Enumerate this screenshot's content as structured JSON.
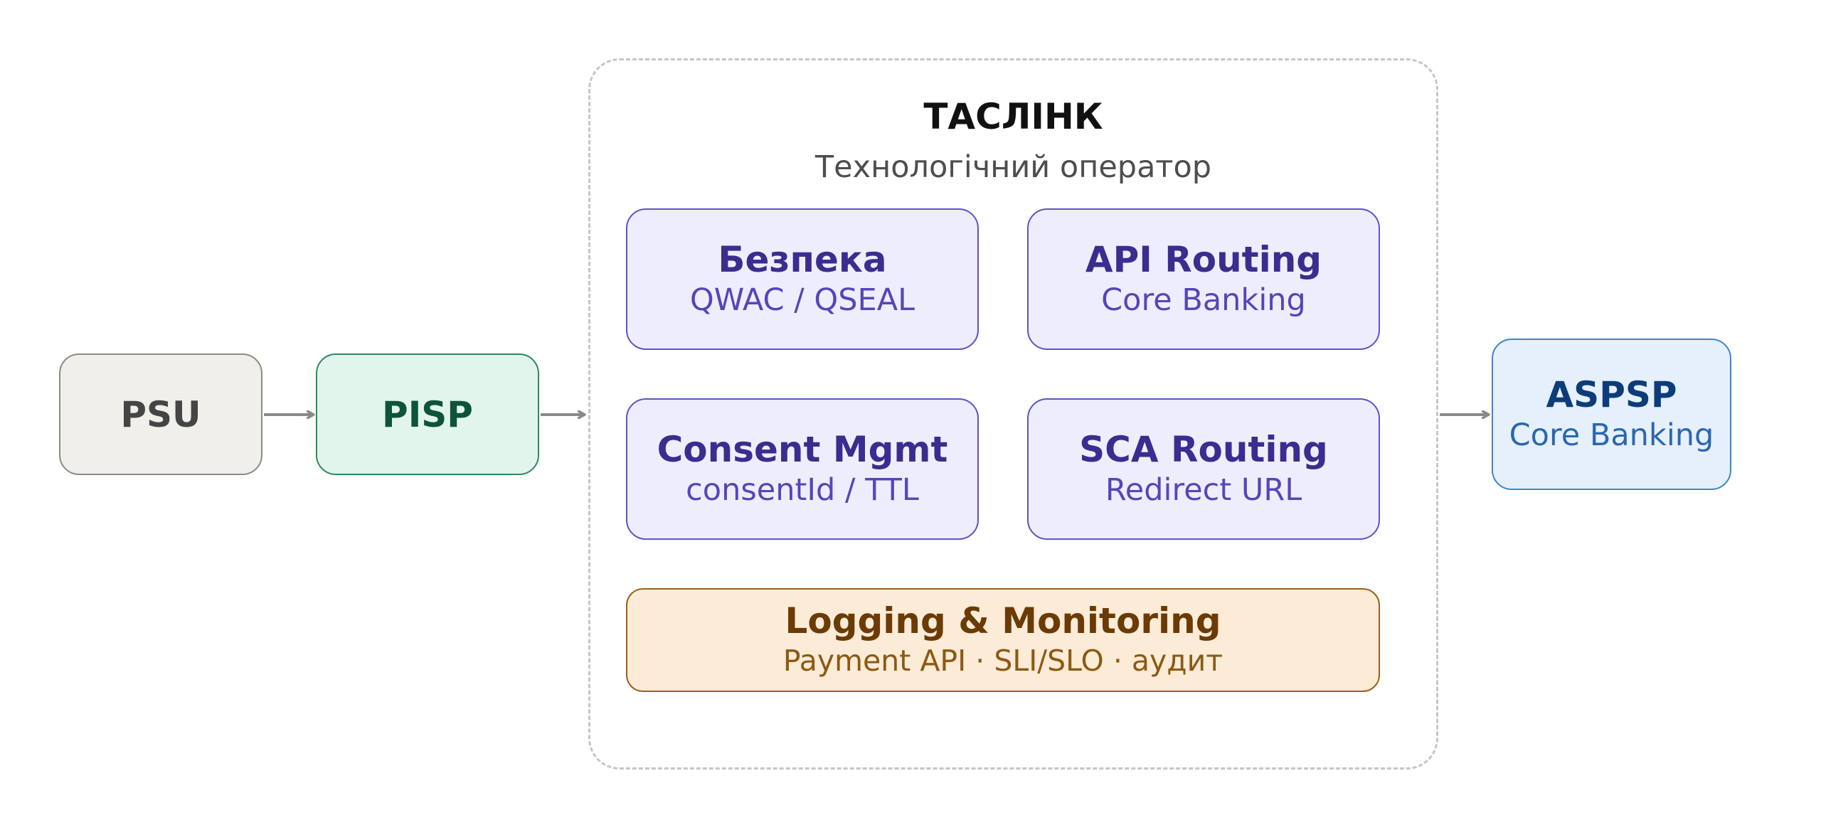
{
  "nodes": {
    "psu": {
      "title": "PSU"
    },
    "pisp": {
      "title": "PISP"
    },
    "aspsp": {
      "title": "ASPSP",
      "subtitle": "Core Banking"
    }
  },
  "operator": {
    "title": "ТАСЛІНК",
    "subtitle": "Технологічний оператор",
    "modules": {
      "security": {
        "title": "Безпека",
        "subtitle": "QWAC / QSEAL"
      },
      "api_routing": {
        "title": "API Routing",
        "subtitle": "Core Banking"
      },
      "consent": {
        "title": "Consent Mgmt",
        "subtitle": "consentId / TTL"
      },
      "sca": {
        "title": "SCA Routing",
        "subtitle": "Redirect URL"
      },
      "logging": {
        "title": "Logging & Monitoring",
        "subtitle": "Payment API · SLI/SLO · аудит"
      }
    }
  },
  "colors": {
    "arrow": "#8a8a8a",
    "module_border": "#5e52c9",
    "module_fill": "#eeedfd",
    "logging_fill": "#fbebd7",
    "pisp_fill": "#e2f5ed",
    "aspsp_fill": "#e5f0fb",
    "psu_fill": "#f1efe9"
  }
}
